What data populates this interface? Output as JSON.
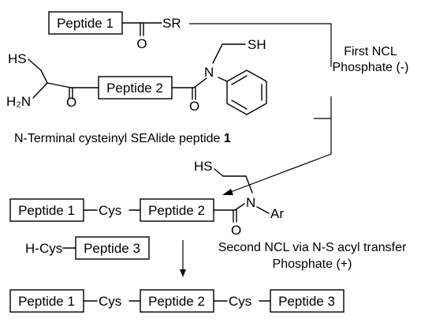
{
  "reactant1": {
    "peptide_label": "Peptide 1",
    "thioester_group": "SR",
    "carbonyl_oxygen": "O"
  },
  "reactant2": {
    "thiol_label": "HS",
    "amine_label": "H₂N",
    "carbonyl_oxygen": "O",
    "peptide_label": "Peptide 2",
    "amide_nitrogen": "N",
    "ethyl_thiol_label": "SH",
    "caption_main": "N-Terminal cysteinyl SEAlide peptide ",
    "caption_number": "1"
  },
  "step1": {
    "line1": "First NCL",
    "line2": "Phosphate (-)"
  },
  "intermediate": {
    "peptide1_label": "Peptide 1",
    "cys_label": "Cys",
    "peptide2_label": "Peptide 2",
    "carbonyl_oxygen": "O",
    "nitrogen_label": "N",
    "aryl_label": "Ar",
    "thiol_label": "HS"
  },
  "reagent": {
    "cys_label": "H-Cys",
    "peptide_label": "Peptide 3"
  },
  "step2": {
    "line1": "Second NCL via N-S acyl transfer",
    "line2": "Phosphate (+)"
  },
  "product": {
    "peptide1_label": "Peptide 1",
    "cys1_label": "Cys",
    "peptide2_label": "Peptide 2",
    "cys2_label": "Cys",
    "peptide3_label": "Peptide 3"
  }
}
